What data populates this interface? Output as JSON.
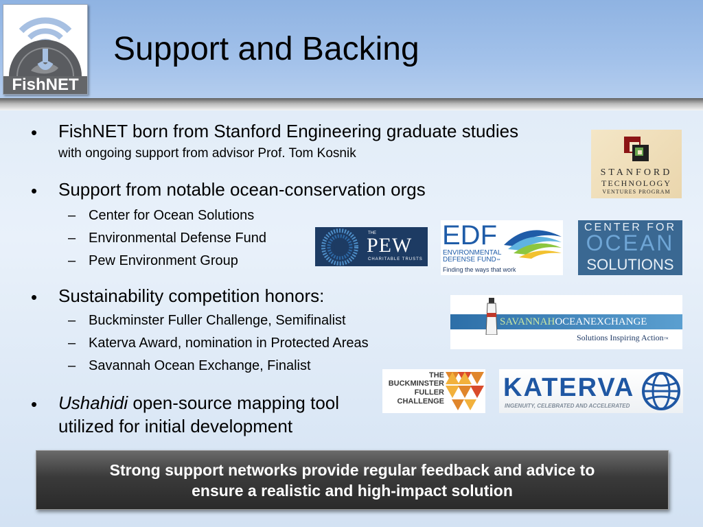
{
  "slide": {
    "title": "Support and Backing",
    "logo_text": "FishNET",
    "bullets": [
      {
        "symbol": "•",
        "line1": "FishNET born from Stanford Engineering graduate studies",
        "line2": "with ongoing support from advisor Prof. Tom Kosnik"
      },
      {
        "symbol": "•",
        "text": "Support from notable ocean-conservation orgs",
        "subs": [
          "Center for Ocean Solutions",
          "Environmental Defense Fund",
          "Pew Environment Group"
        ]
      },
      {
        "symbol": "•",
        "text": "Sustainability competition honors:",
        "subs": [
          "Buckminster Fuller Challenge, Semifinalist",
          "Katerva Award, nomination in Protected Areas",
          "Savannah Ocean Exchange, Finalist"
        ]
      },
      {
        "symbol": "•",
        "italic": "Ushahidi",
        "rest": " open-source mapping tool",
        "line2": "utilized for initial development"
      }
    ],
    "dash": "–",
    "banner": {
      "line1": "Strong support networks provide regular feedback and advice to",
      "line2": "ensure a realistic and high-impact solution"
    }
  },
  "logos": {
    "stanford": {
      "line1": "STANFORD",
      "line2": "TECHNOLOGY",
      "line3": "VENTURES PROGRAM"
    },
    "pew": {
      "small_top": "THE",
      "name": "PEW",
      "small_bottom": "CHARITABLE TRUSTS"
    },
    "edf": {
      "abbr": "EDF",
      "line1": "ENVIRONMENTAL",
      "line2": "DEFENSE FUND",
      "tm": "™",
      "tagline": "Finding the ways that work"
    },
    "cos": {
      "line1": "CENTER FOR",
      "line2": "OCEAN",
      "line3": "SOLUTIONS"
    },
    "savannah": {
      "part1": "SAVANNAH",
      "part2": "OCEANEXCHANGE",
      "tagline": "Solutions Inspiring Action",
      "tm": "™"
    },
    "buckminster": {
      "line1": "THE",
      "line2": "BUCKMINSTER",
      "line3": "FULLER",
      "line4": "CHALLENGE"
    },
    "katerva": {
      "name": "KATERVA",
      "tagline": "INGENUITY, CELEBRATED AND ACCELERATED"
    }
  },
  "colors": {
    "edf_blue": "#1f5ca8",
    "pew_navy": "#1d3b63",
    "cos_blue": "#3a6892",
    "katerva_blue": "#1f57a3",
    "savannah_green": "#6aa84f"
  }
}
